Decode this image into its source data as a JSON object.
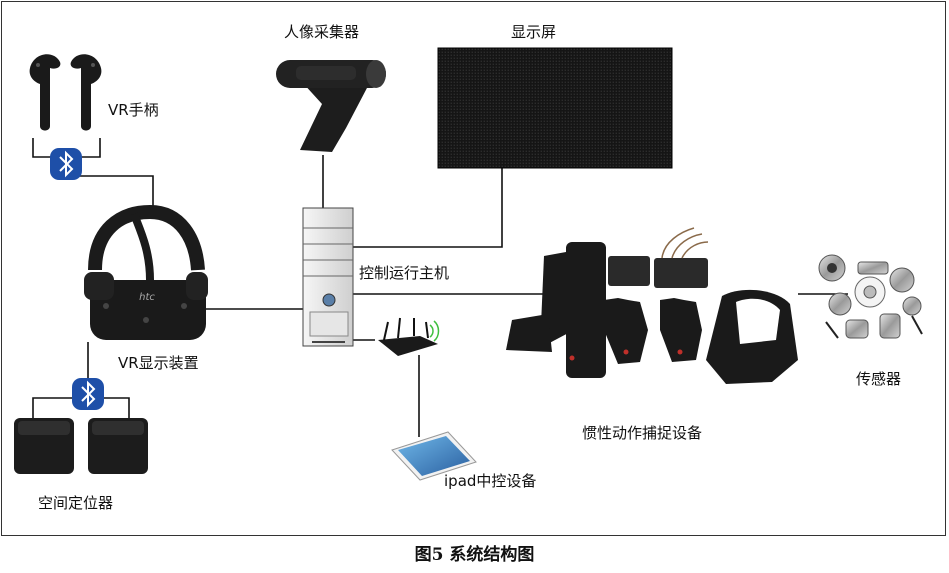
{
  "nodes": {
    "vr_controller": "VR手柄",
    "camera": "人像采集器",
    "display_screen": "显示屏",
    "host": "控制运行主机",
    "vr_headset": "VR显示装置",
    "spatial_locator": "空间定位器",
    "ipad": "ipad中控设备",
    "mocap": "惯性动作捕捉设备",
    "sensors": "传感器"
  },
  "headset_brand": "htc",
  "caption": "图5  系统结构图",
  "colors": {
    "bluetooth": "#1e4fa8",
    "device": "#1a1a1a",
    "line": "#111111"
  }
}
